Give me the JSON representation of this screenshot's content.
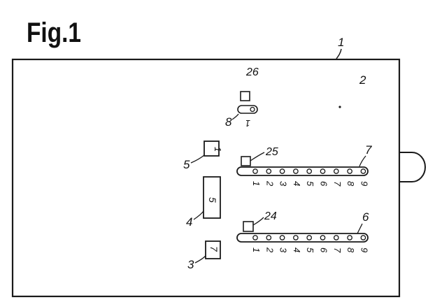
{
  "figure": {
    "title": "Fig.1"
  },
  "labels": {
    "housing": "1",
    "panel": "2",
    "key_box": "3",
    "window_box": "4",
    "small_box": "5",
    "slot_row_lower": "6",
    "slot_row_upper": "7",
    "single_slot": "8",
    "marker_lower": "24",
    "marker_upper": "25",
    "marker_top": "26"
  },
  "box_digits": {
    "small_box": "1",
    "window_box": "5",
    "key_box": "7"
  },
  "single_slot_digit": "1",
  "slot_numbers_upper": [
    "1",
    "2",
    "3",
    "4",
    "5",
    "6",
    "7",
    "8",
    "9"
  ],
  "slot_numbers_lower": [
    "1",
    "2",
    "3",
    "4",
    "5",
    "6",
    "7",
    "8",
    "9"
  ]
}
